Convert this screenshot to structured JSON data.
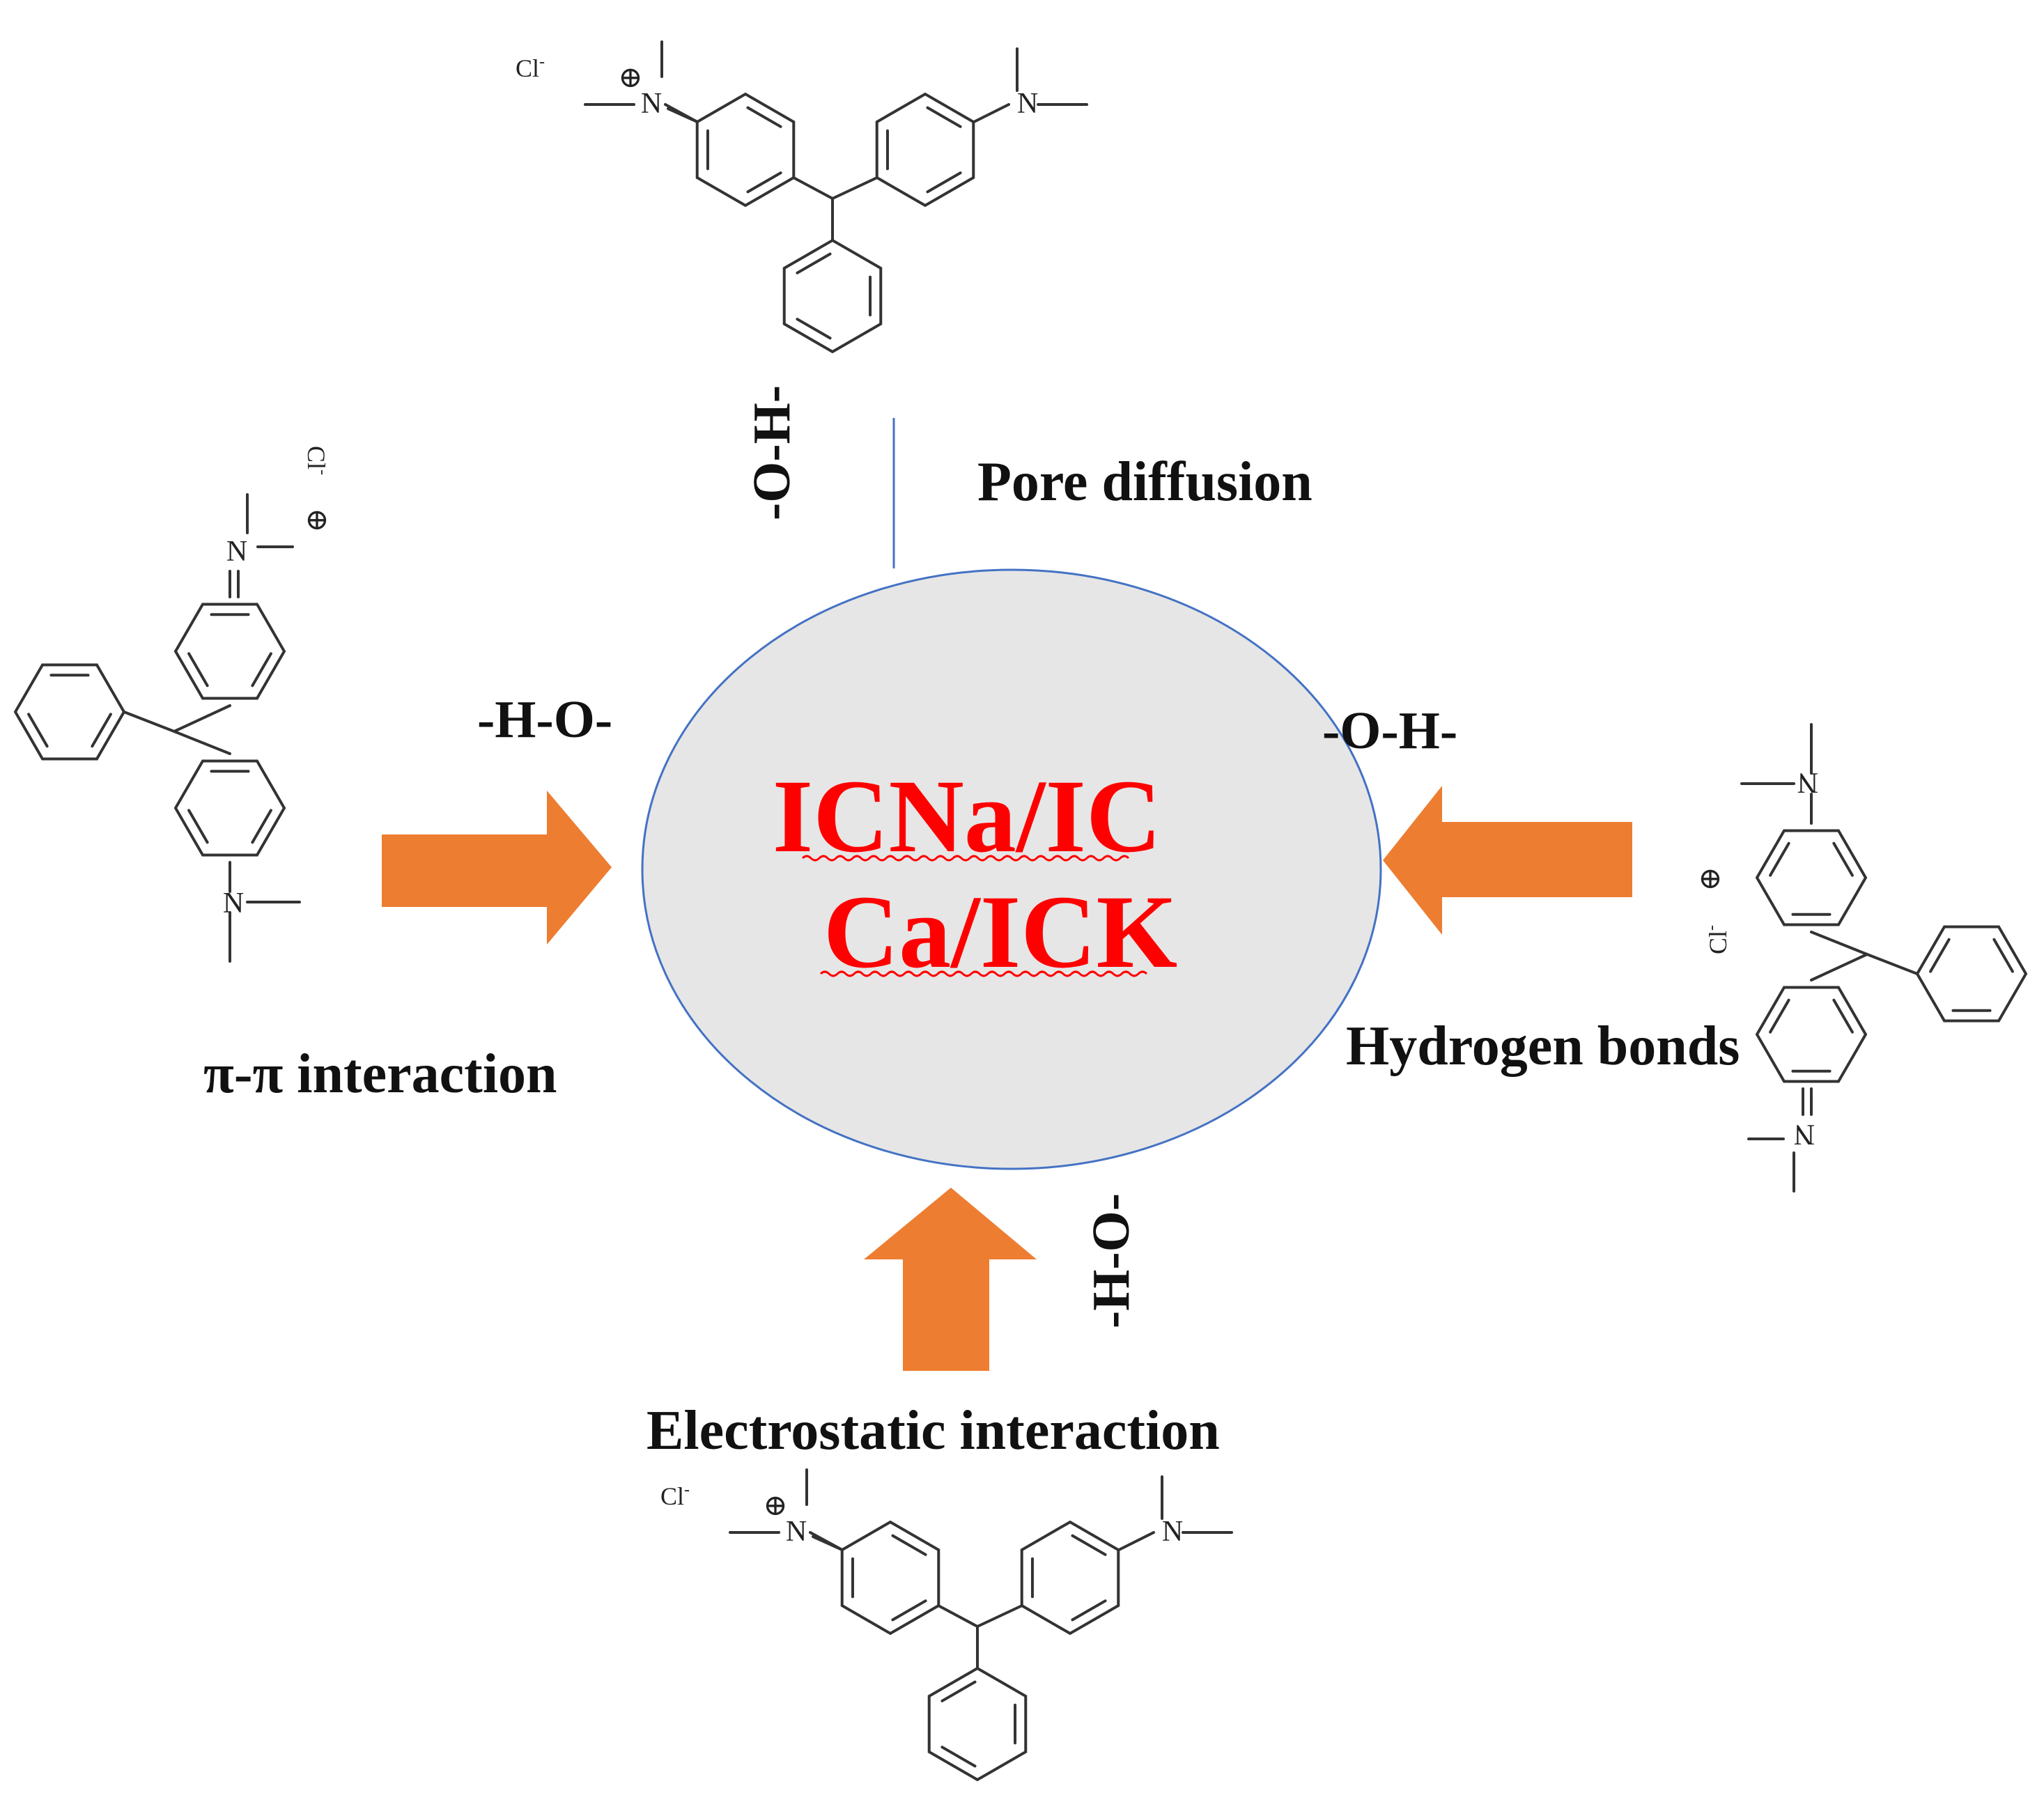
{
  "center": {
    "line1": "ICNa/IC",
    "line2": "Ca/ICK"
  },
  "mechanisms": {
    "pore": "Pore diffusion",
    "pi": "π-π interaction",
    "hbond": "Hydrogen bonds",
    "electro": "Electrostatic interaction"
  },
  "groups": {
    "top": "-O-H-",
    "left": "-H-O-",
    "right": "-O-H-",
    "bottom": "-H-O-"
  },
  "atoms": {
    "nitrogen": "N",
    "charge": "⊕",
    "chloride": "Cl",
    "chloride_sup": "-"
  },
  "colors": {
    "arrow": "#ed7d31",
    "particle_fill": "#e6e6e6",
    "particle_stroke": "#4472c4",
    "center_text": "#ff0000"
  }
}
